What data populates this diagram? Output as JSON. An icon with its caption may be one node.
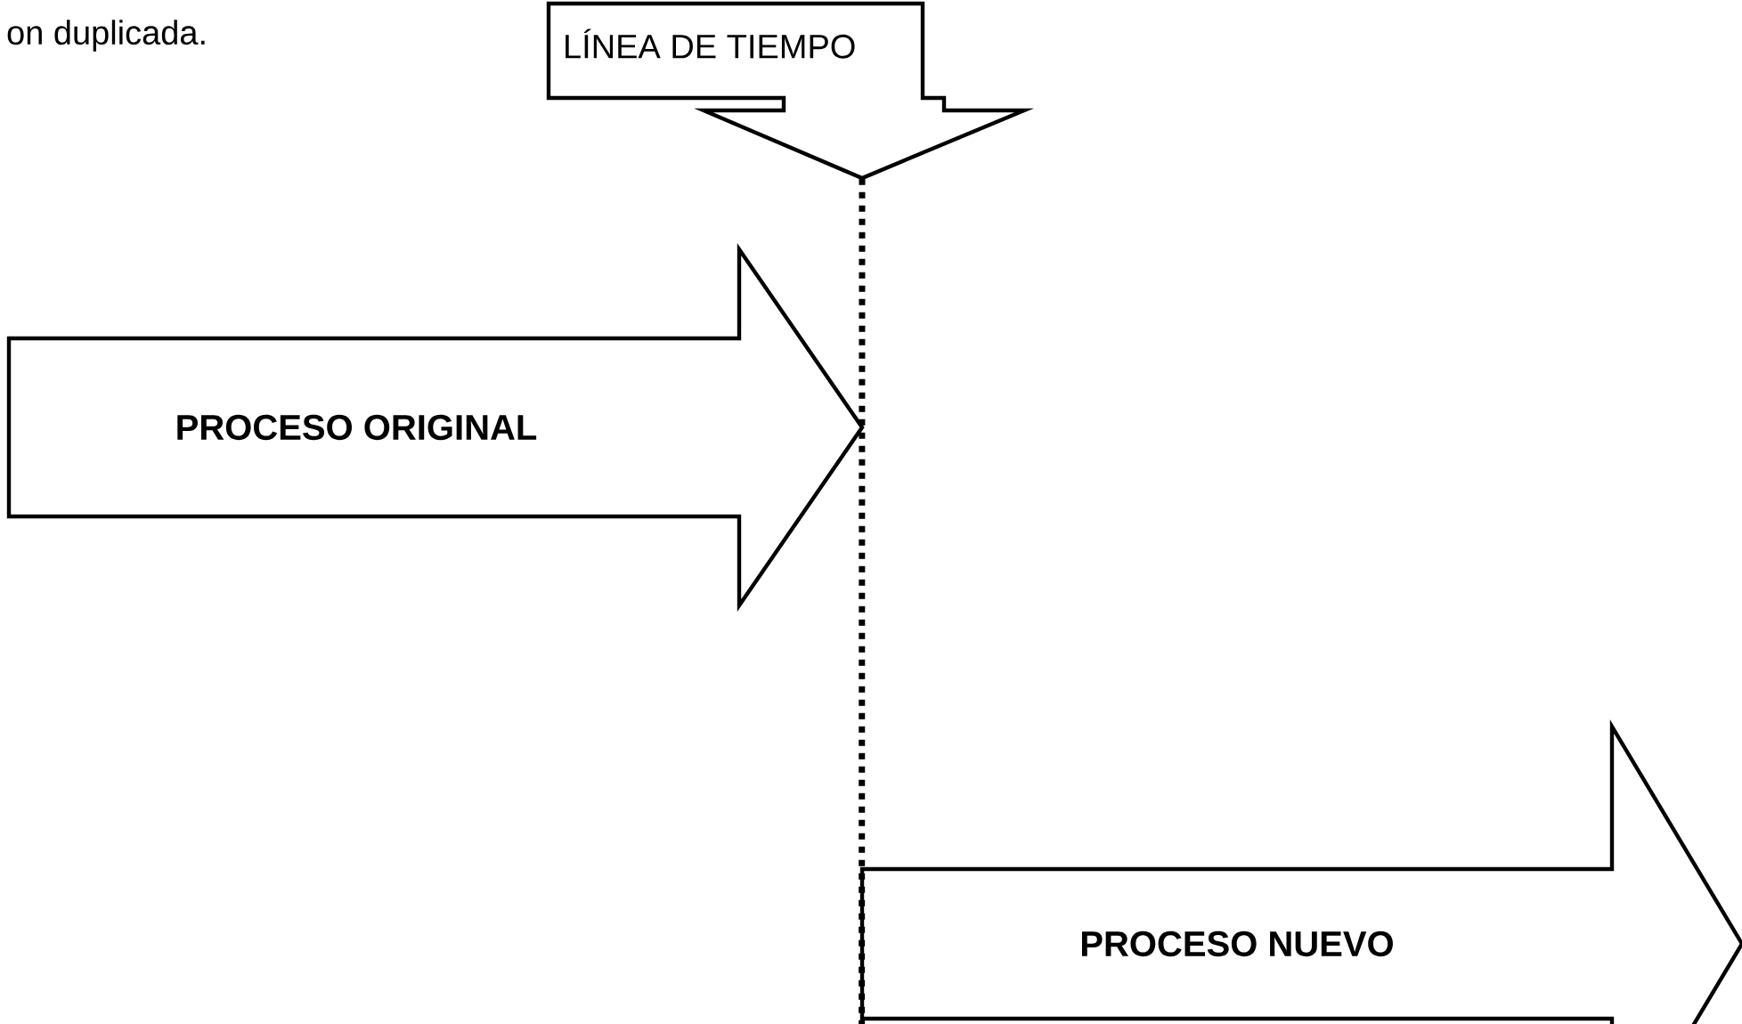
{
  "diagram": {
    "nodes": [
      {
        "text": [
          "LÍNEA DE TIEMPO"
        ]
      },
      {
        "text": [
          "PROCESO ORIGINAL"
        ]
      },
      {
        "text": [
          "PROCESO NUEVO"
        ]
      }
    ],
    "edges": [
      {
        "from": 0,
        "to": 2,
        "arrow": "none",
        "style": "dashed"
      }
    ],
    "labels": [
      "on duplicada."
    ]
  }
}
